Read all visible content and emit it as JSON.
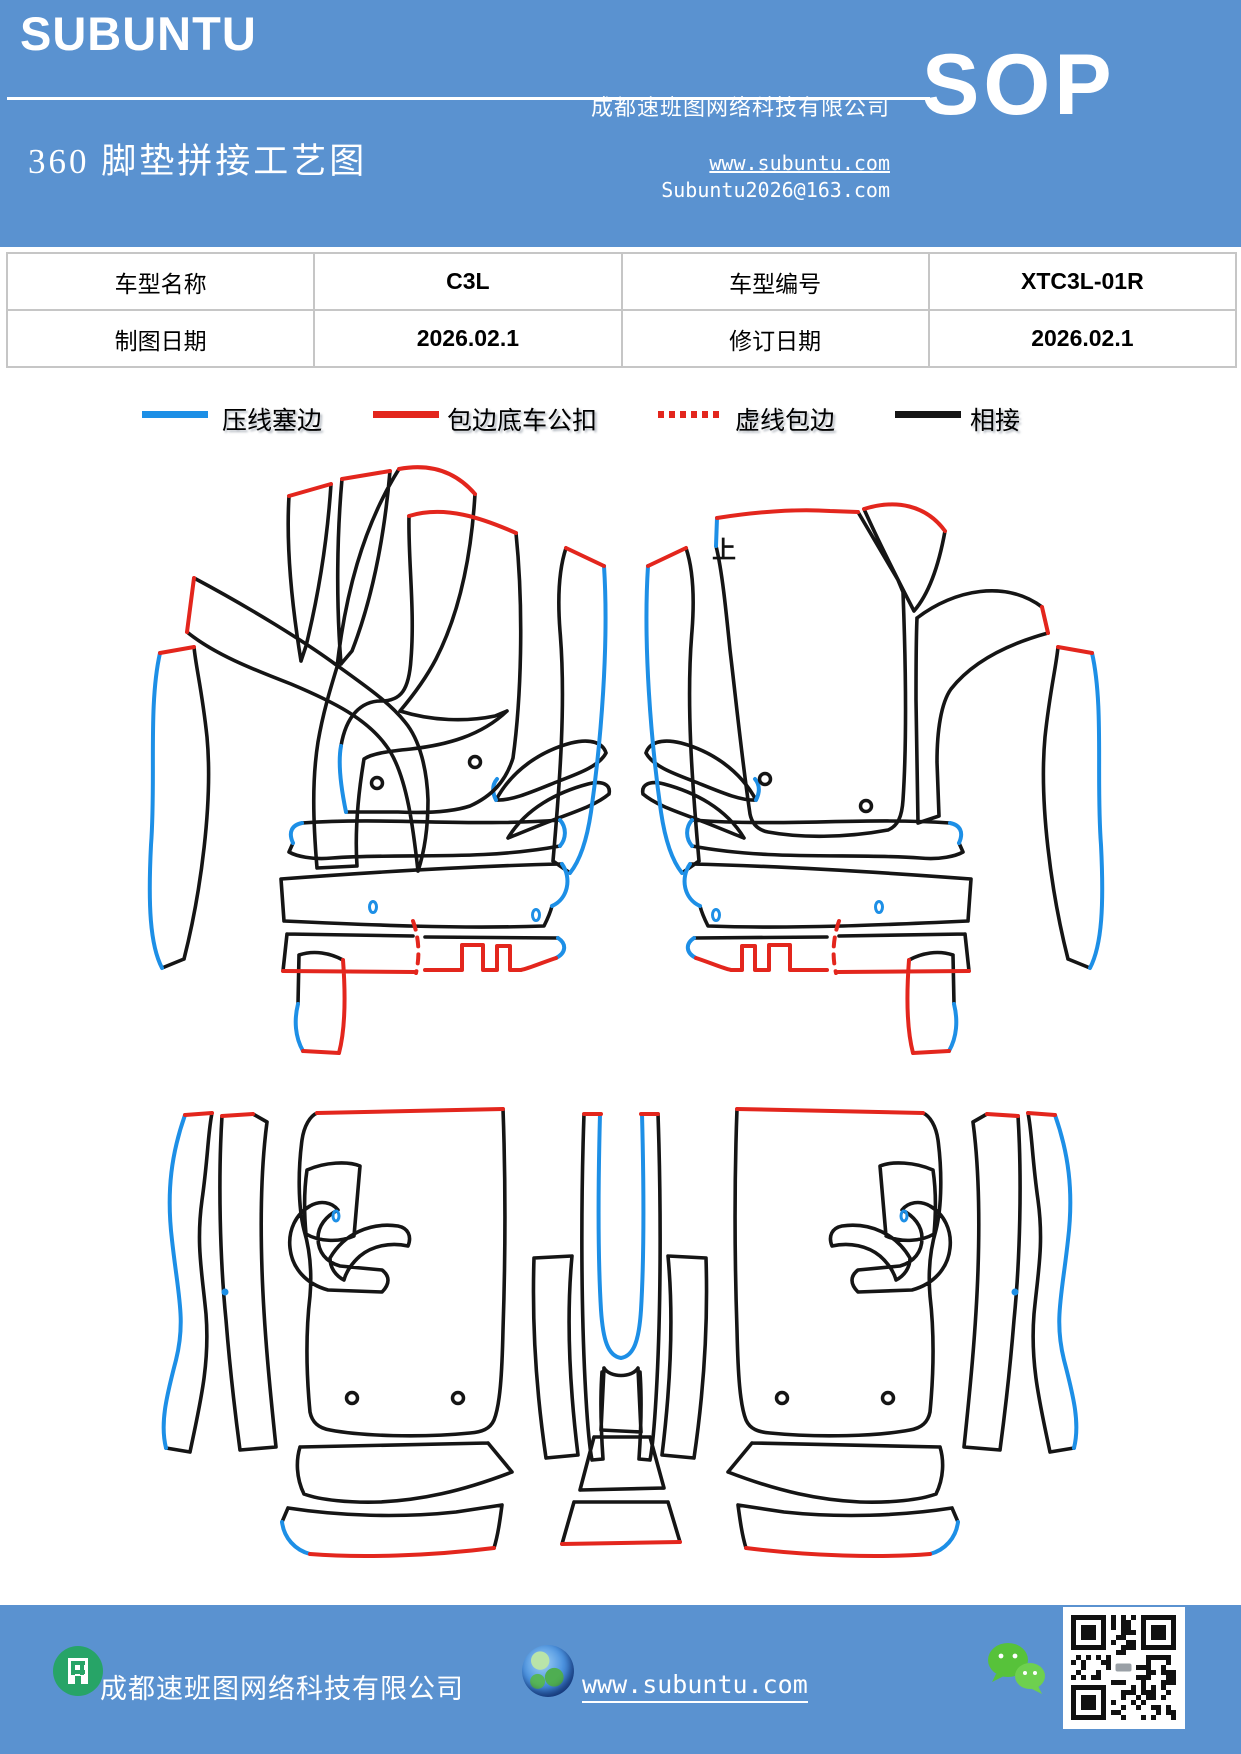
{
  "colors": {
    "page_blue": "#5a92d0",
    "line_black": "#151515",
    "line_blue": "#1d8fe6",
    "line_red": "#e3261d",
    "table_border": "#c6c6c6"
  },
  "header": {
    "brand": "SUBUNTU",
    "company": "成都速班图网络科技有限公司",
    "title": "360 脚垫拼接工艺图",
    "badge": "SOP",
    "website": "www.subuntu.com",
    "email": "Subuntu2026@163.com"
  },
  "info_table": {
    "rows": [
      {
        "cells": [
          {
            "label": "车型名称",
            "value": "C3L"
          },
          {
            "label": "车型编号",
            "value": "XTC3L-01R"
          }
        ]
      },
      {
        "cells": [
          {
            "label": "制图日期",
            "value": "2026.02.1"
          },
          {
            "label": "修订日期",
            "value": "2026.02.1"
          }
        ]
      }
    ]
  },
  "legend": {
    "items": [
      {
        "label": "压线塞边",
        "color": "#1d8fe6",
        "style": "solid"
      },
      {
        "label": "包边底车公扣",
        "color": "#e3261d",
        "style": "solid"
      },
      {
        "label": "虚线包边",
        "color": "#e3261d",
        "style": "dashed"
      },
      {
        "label": "相接",
        "color": "#151515",
        "style": "solid"
      }
    ]
  },
  "diagram": {
    "orientation_marker": "上"
  },
  "footer": {
    "company": "成都速班图网络科技有限公司",
    "website": "www.subuntu.com"
  }
}
